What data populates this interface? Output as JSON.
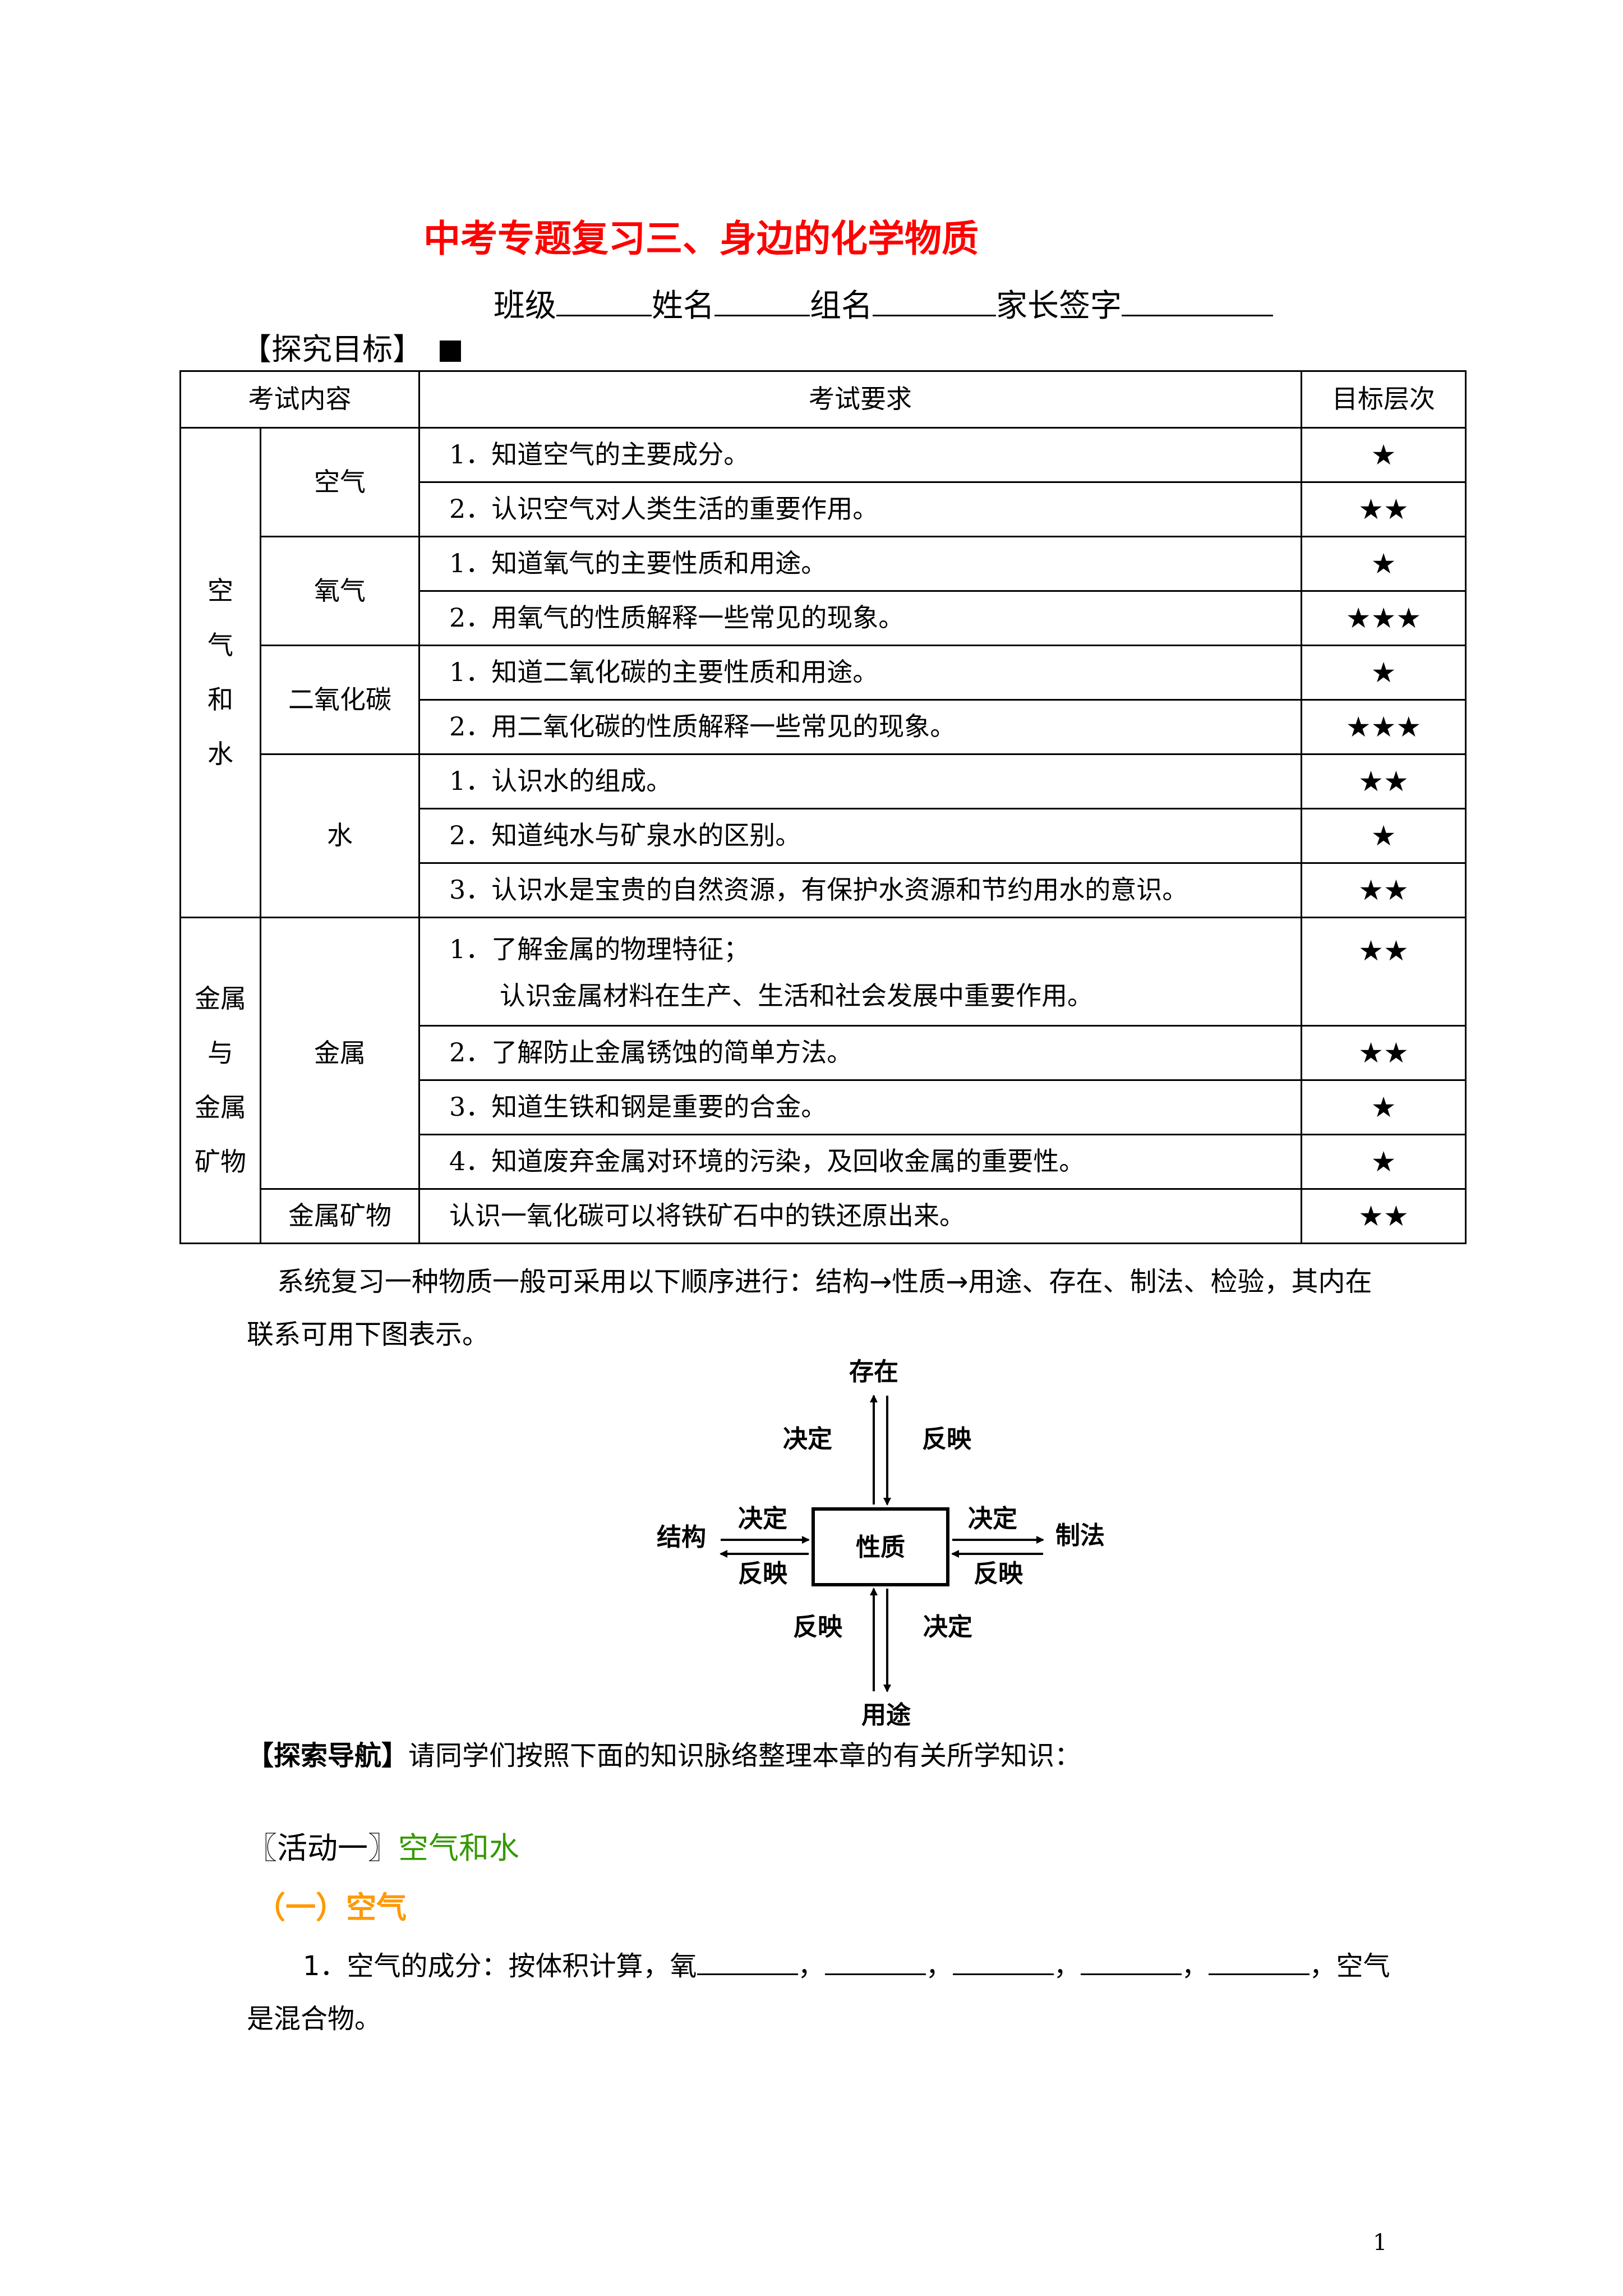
{
  "title": "中考专题复习三、身边的化学物质",
  "info": {
    "class_label": "班级",
    "name_label": "姓名",
    "group_label": "组名",
    "parent_label": "家长签字"
  },
  "goal_heading": "【探究目标】",
  "table": {
    "headers": [
      "考试内容",
      "考试要求",
      "目标层次"
    ],
    "groups": [
      {
        "category": "空气和水",
        "subs": [
          {
            "name": "空气",
            "rows": [
              {
                "req": "1．知道空气的主要成分。",
                "stars": "★"
              },
              {
                "req": "2．认识空气对人类生活的重要作用。",
                "stars": "★★"
              }
            ]
          },
          {
            "name": "氧气",
            "rows": [
              {
                "req": "1．知道氧气的主要性质和用途。",
                "stars": "★"
              },
              {
                "req": "2．用氧气的性质解释一些常见的现象。",
                "stars": "★★★"
              }
            ]
          },
          {
            "name": "二氧化碳",
            "rows": [
              {
                "req": "1．知道二氧化碳的主要性质和用途。",
                "stars": "★"
              },
              {
                "req": "2．用二氧化碳的性质解释一些常见的现象。",
                "stars": "★★★"
              }
            ]
          },
          {
            "name": "水",
            "rows": [
              {
                "req": "1．认识水的组成。",
                "stars": "★★"
              },
              {
                "req": "2．知道纯水与矿泉水的区别。",
                "stars": "★"
              },
              {
                "req": "3．认识水是宝贵的自然资源，有保护水资源和节约用水的意识。",
                "stars": "★★"
              }
            ]
          }
        ]
      },
      {
        "category_lines": [
          "金属",
          "与",
          "金属",
          "矿物"
        ],
        "subs": [
          {
            "name": "金属",
            "rows": [
              {
                "req": "1．了解金属的物理特征；",
                "req_line2": "认识金属材料在生产、生活和社会发展中重要作用。",
                "stars": "★★"
              },
              {
                "req": "2．了解防止金属锈蚀的简单方法。",
                "stars": "★★"
              },
              {
                "req": "3．知道生铁和钢是重要的合金。",
                "stars": "★"
              },
              {
                "req": "4．知道废弃金属对环境的污染，及回收金属的重要性。",
                "stars": "★"
              }
            ]
          },
          {
            "name": "金属矿物",
            "rows": [
              {
                "req": "认识一氧化碳可以将铁矿石中的铁还原出来。",
                "stars": "★★"
              }
            ]
          }
        ]
      }
    ]
  },
  "intro": "系统复习一种物质一般可采用以下顺序进行：结构→性质→用途、存在、制法、检验，其内在联系可用下图表示。",
  "diagram": {
    "center": "性质",
    "top": "存在",
    "bottom": "用途",
    "left": "结构",
    "right": "制法",
    "decide": "决定",
    "reflect": "反映"
  },
  "nav": {
    "label": "【探索导航】",
    "text": "请同学们按照下面的知识脉络整理本章的有关所学知识："
  },
  "activity": {
    "prefix": "〖活动一〗",
    "name": "空气和水"
  },
  "section": "（一）空气",
  "question1": {
    "text_a": "1．空气的成分：按体积计算，氧",
    "sep": "，",
    "text_b": "，空气是混合物。"
  },
  "page_number": "1"
}
